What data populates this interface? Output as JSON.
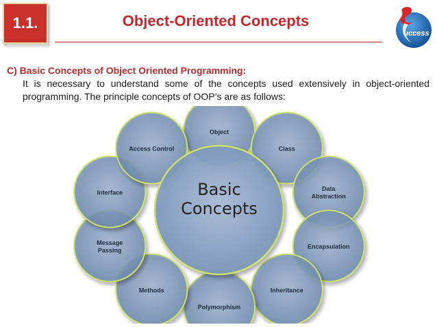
{
  "header": {
    "slide_number": "1.1.",
    "title": "Object-Oriented Concepts",
    "logo_text": "uccess",
    "accent_color": "#c0282d",
    "logo_color": "#1e6fb8"
  },
  "content": {
    "heading": "C)  Basic Concepts of Object Oriented Programming:",
    "paragraph": "It is necessary to understand some of the concepts used extensively in object-oriented programming. The principle concepts of OOP’s are as follows:"
  },
  "diagram": {
    "center_line1": "Basic",
    "center_line2": "Concepts",
    "concepts": [
      {
        "line1": "Object",
        "line2": ""
      },
      {
        "line1": "Class",
        "line2": ""
      },
      {
        "line1": "Data",
        "line2": "Abstraction"
      },
      {
        "line1": "Encapsulation",
        "line2": ""
      },
      {
        "line1": "Inheritance",
        "line2": ""
      },
      {
        "line1": "Polymorphism",
        "line2": ""
      },
      {
        "line1": "Methods",
        "line2": ""
      },
      {
        "line1": "Message",
        "line2": "Passing"
      },
      {
        "line1": "Interface",
        "line2": ""
      },
      {
        "line1": "Access Control",
        "line2": ""
      }
    ],
    "circle_fill": "#7f98b9",
    "circle_stroke": "#c9e26b"
  }
}
